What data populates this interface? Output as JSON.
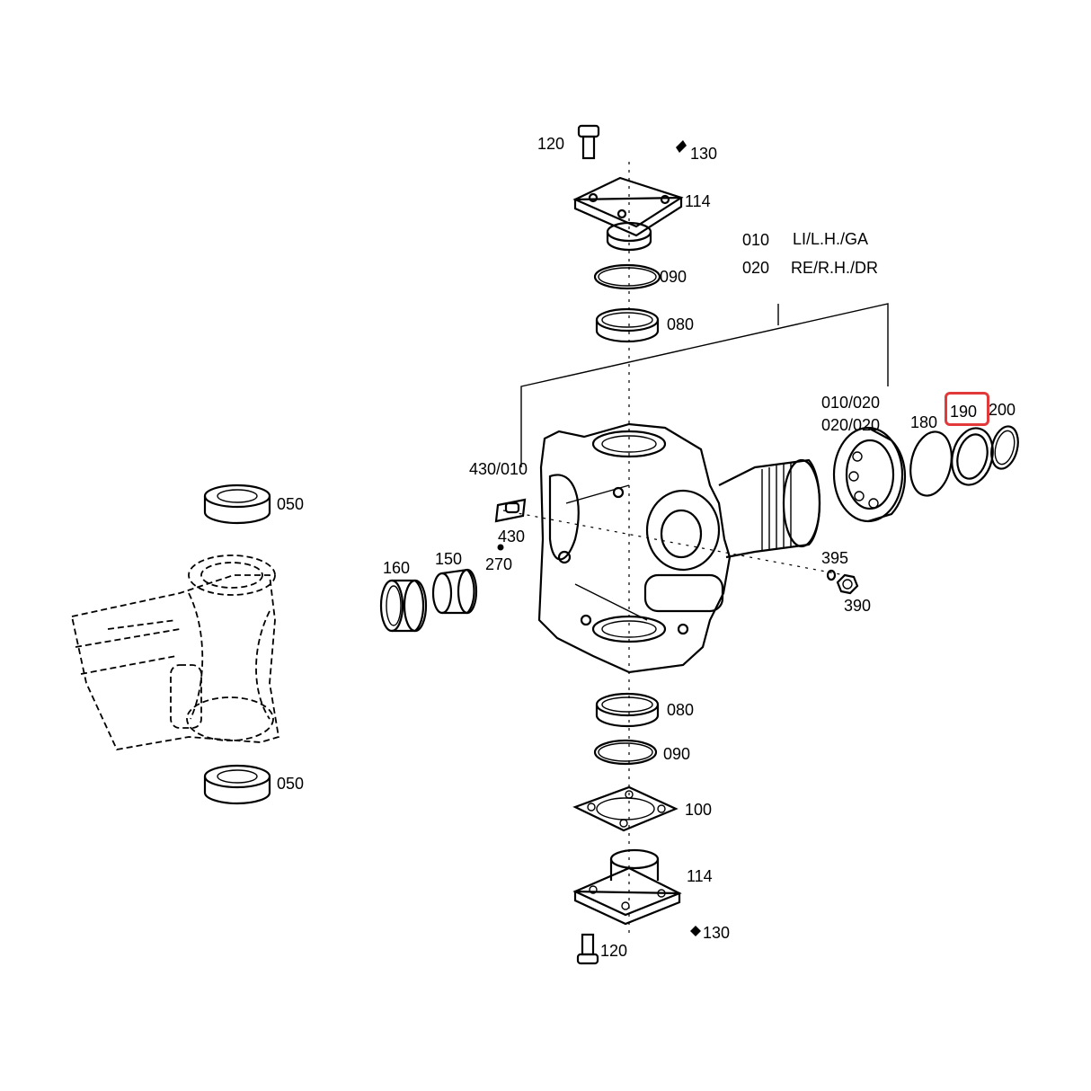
{
  "labels": {
    "p120_top": "120",
    "p130_top": "130",
    "p114_top": "114",
    "p090_top": "090",
    "p080_top": "080",
    "legend_010_code": "010",
    "legend_010_text": "LI/L.H./GA",
    "legend_020_code": "020",
    "legend_020_text": "RE/R.H./DR",
    "p010_020": "010/020",
    "p020_020": "020/020",
    "p180": "180",
    "p190": "190",
    "p200": "200",
    "p430_010": "430/010",
    "p430": "430",
    "p270": "270",
    "p160": "160",
    "p150": "150",
    "p395": "395",
    "p390": "390",
    "p050_top": "050",
    "p050_bottom": "050",
    "p080_bottom": "080",
    "p090_bottom": "090",
    "p100": "100",
    "p114_bottom": "114",
    "p130_bottom": "130",
    "p120_bottom": "120"
  },
  "highlight": {
    "label": "190",
    "color": "#e23a3a"
  }
}
